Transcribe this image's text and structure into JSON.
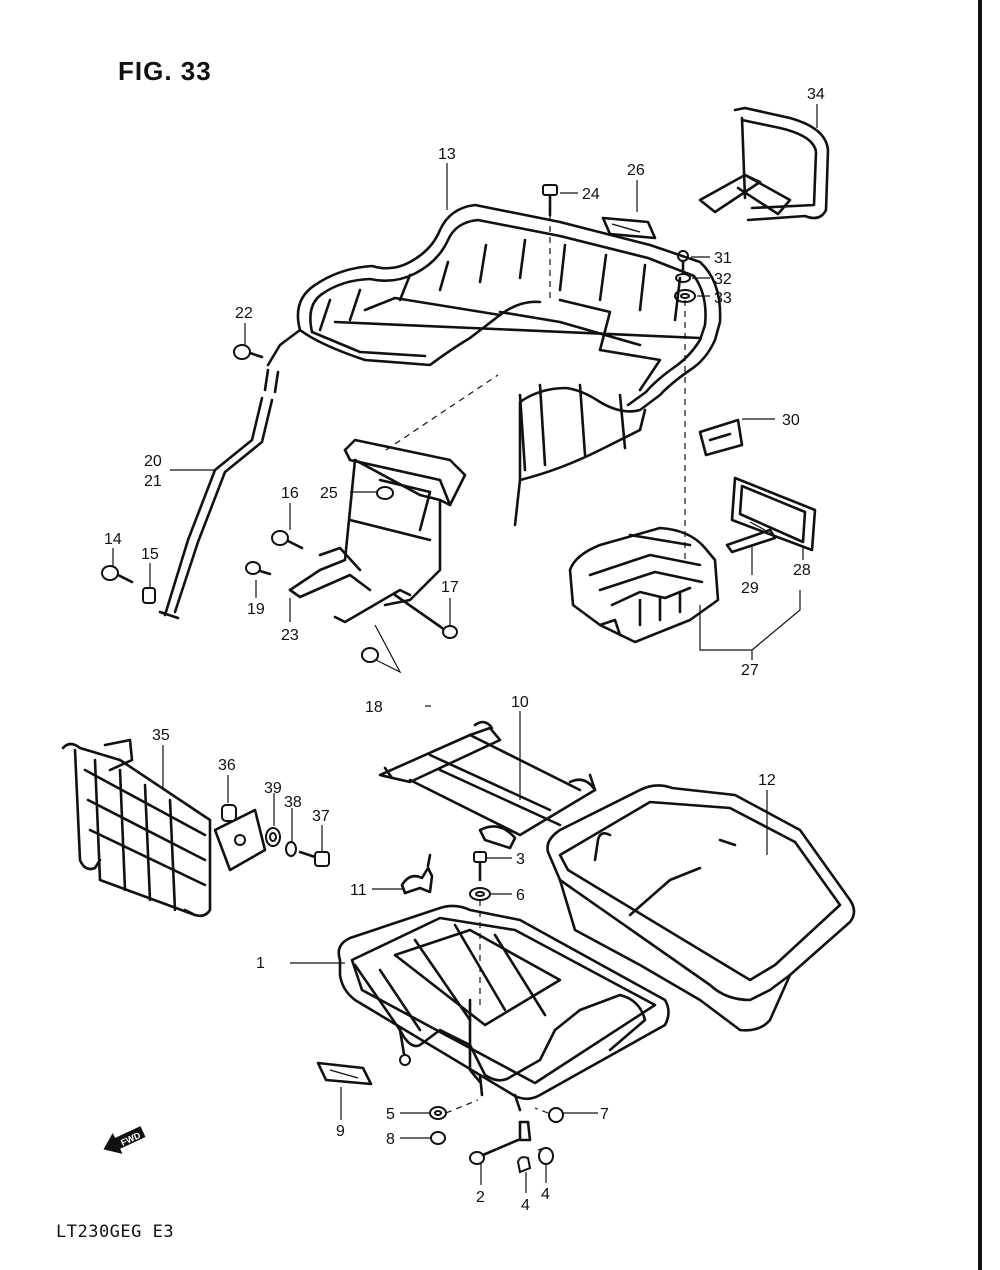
{
  "figure": {
    "title": "FIG. 33",
    "model_code": "LT230GEG  E3",
    "fwd_label": "FWD"
  },
  "parts": [
    {
      "id": "p1",
      "label": "1",
      "name": "rear-carrier-lower"
    },
    {
      "id": "p2",
      "label": "2",
      "name": "bolt"
    },
    {
      "id": "p3",
      "label": "3",
      "name": "bolt"
    },
    {
      "id": "p4a",
      "label": "4",
      "name": "cushion"
    },
    {
      "id": "p4b",
      "label": "4",
      "name": "cushion"
    },
    {
      "id": "p5",
      "label": "5",
      "name": "washer"
    },
    {
      "id": "p6",
      "label": "6",
      "name": "washer"
    },
    {
      "id": "p7",
      "label": "7",
      "name": "nut"
    },
    {
      "id": "p8",
      "label": "8",
      "name": "nut"
    },
    {
      "id": "p9",
      "label": "9",
      "name": "decal"
    },
    {
      "id": "p10",
      "label": "10",
      "name": "bracket-frame"
    },
    {
      "id": "p11",
      "label": "11",
      "name": "clamp"
    },
    {
      "id": "p12",
      "label": "12",
      "name": "tray"
    },
    {
      "id": "p13",
      "label": "13",
      "name": "carrier-upper"
    },
    {
      "id": "p14",
      "label": "14",
      "name": "bolt"
    },
    {
      "id": "p15",
      "label": "15",
      "name": "cushion"
    },
    {
      "id": "p16",
      "label": "16",
      "name": "bolt"
    },
    {
      "id": "p17",
      "label": "17",
      "name": "bolt"
    },
    {
      "id": "p18",
      "label": "18",
      "name": "nut"
    },
    {
      "id": "p19",
      "label": "19",
      "name": "bolt"
    },
    {
      "id": "p20",
      "label": "20",
      "name": "stay"
    },
    {
      "id": "p21",
      "label": "21",
      "name": "stay"
    },
    {
      "id": "p22",
      "label": "22",
      "name": "bolt"
    },
    {
      "id": "p23",
      "label": "23",
      "name": "bracket"
    },
    {
      "id": "p24",
      "label": "24",
      "name": "bolt"
    },
    {
      "id": "p25",
      "label": "25",
      "name": "nut"
    },
    {
      "id": "p26",
      "label": "26",
      "name": "decal"
    },
    {
      "id": "p27",
      "label": "27",
      "name": "box"
    },
    {
      "id": "p28",
      "label": "28",
      "name": "seal"
    },
    {
      "id": "p29",
      "label": "29",
      "name": "plate"
    },
    {
      "id": "p30",
      "label": "30",
      "name": "clip"
    },
    {
      "id": "p31",
      "label": "31",
      "name": "bolt"
    },
    {
      "id": "p32",
      "label": "32",
      "name": "washer"
    },
    {
      "id": "p33",
      "label": "33",
      "name": "washer"
    },
    {
      "id": "p34",
      "label": "34",
      "name": "guard"
    },
    {
      "id": "p35",
      "label": "35",
      "name": "guard"
    },
    {
      "id": "p36",
      "label": "36",
      "name": "cushion"
    },
    {
      "id": "p37",
      "label": "37",
      "name": "bolt"
    },
    {
      "id": "p38",
      "label": "38",
      "name": "washer"
    },
    {
      "id": "p39",
      "label": "39",
      "name": "washer"
    }
  ]
}
